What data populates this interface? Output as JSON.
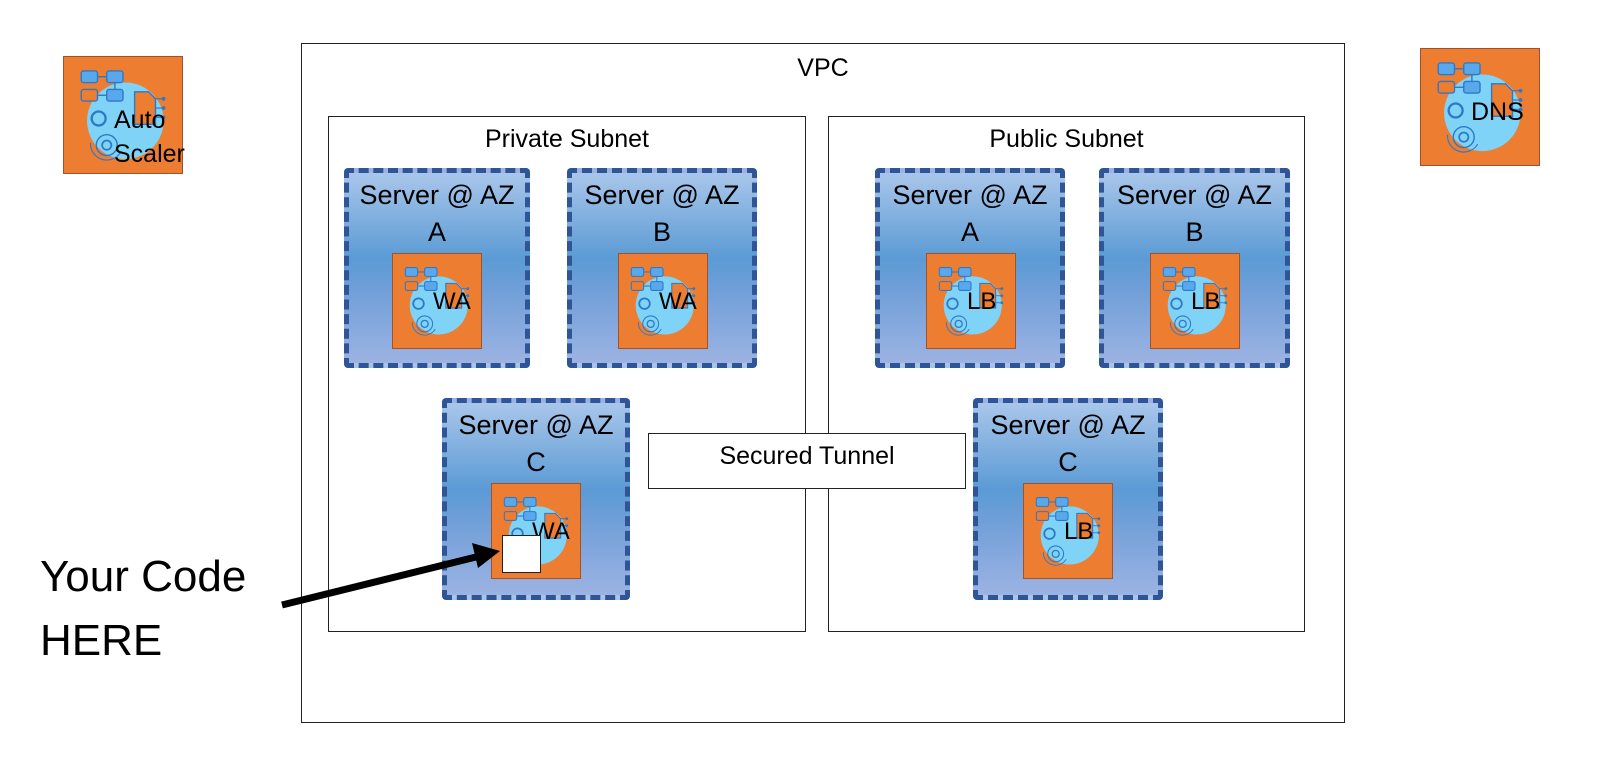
{
  "vpc": {
    "label": "VPC"
  },
  "subnets": [
    {
      "label": "Private Subnet",
      "servers": [
        {
          "label": "Server  @ AZ",
          "zone": "A",
          "service": "WA"
        },
        {
          "label": "Server  @ AZ",
          "zone": "B",
          "service": "WA"
        },
        {
          "label": "Server  @ AZ",
          "zone": "C",
          "service": "WA"
        }
      ]
    },
    {
      "label": "Public Subnet",
      "servers": [
        {
          "label": "Server  @ AZ",
          "zone": "A",
          "service": "LB"
        },
        {
          "label": "Server  @ AZ",
          "zone": "B",
          "service": "LB"
        },
        {
          "label": "Server  @ AZ",
          "zone": "C",
          "service": "LB"
        }
      ]
    }
  ],
  "tunnel": {
    "label": "Secured Tunnel"
  },
  "external": {
    "autoscaler": {
      "line1": "Auto",
      "line2": "Scaler"
    },
    "dns": {
      "label": "DNS"
    }
  },
  "annotation": {
    "line1": "Your Code",
    "line2": "HERE"
  },
  "colors": {
    "service_fill": "#ed7d31",
    "server_border": "#2f5597",
    "icon_circle": "#7fd3f7",
    "icon_blue": "#2e8fe0"
  }
}
